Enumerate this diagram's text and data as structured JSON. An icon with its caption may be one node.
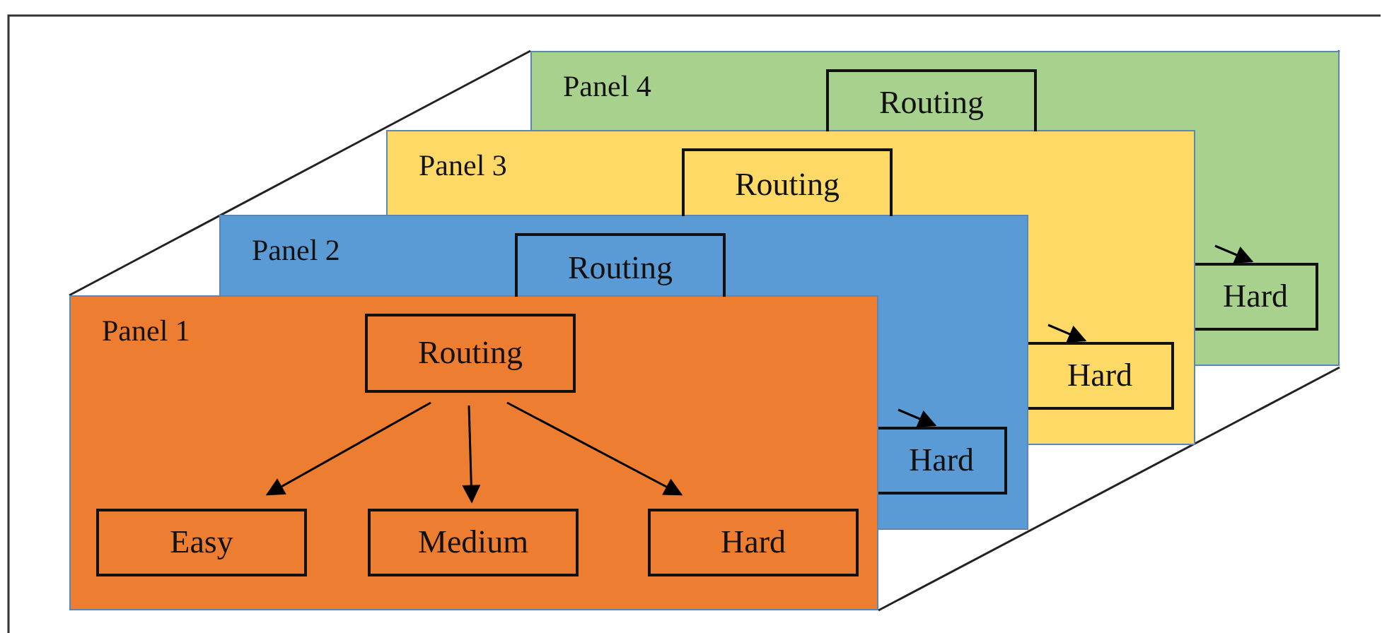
{
  "diagram": {
    "nodes": [
      {
        "text": [
          "Panel 1"
        ]
      },
      {
        "text": [
          "Routing"
        ],
        "in": 0
      },
      {
        "text": [
          "Easy"
        ],
        "in": 0
      },
      {
        "text": [
          "Medium"
        ],
        "in": 0
      },
      {
        "text": [
          "Hard"
        ],
        "in": 0
      },
      {
        "text": [
          "Panel 2"
        ]
      },
      {
        "text": [
          "Routing"
        ],
        "in": 5
      },
      {
        "text": [
          "Hard"
        ]
      },
      {
        "text": [
          "Panel 3"
        ]
      },
      {
        "text": [
          "Routing"
        ],
        "in": 8
      },
      {
        "text": [
          "Hard"
        ]
      },
      {
        "text": [
          "Panel 4"
        ]
      },
      {
        "text": [
          "Routing"
        ],
        "in": 11
      },
      {
        "text": [
          "Hard"
        ]
      }
    ],
    "edges": [
      {
        "from": 1,
        "to": 2,
        "arrow": "to"
      },
      {
        "from": 1,
        "to": 3,
        "arrow": "to"
      },
      {
        "from": 1,
        "to": 4,
        "arrow": "to"
      },
      {
        "from": null,
        "to": 7,
        "arrow": "to"
      },
      {
        "from": null,
        "to": 10,
        "arrow": "to"
      },
      {
        "from": null,
        "to": 13,
        "arrow": "to"
      }
    ]
  }
}
